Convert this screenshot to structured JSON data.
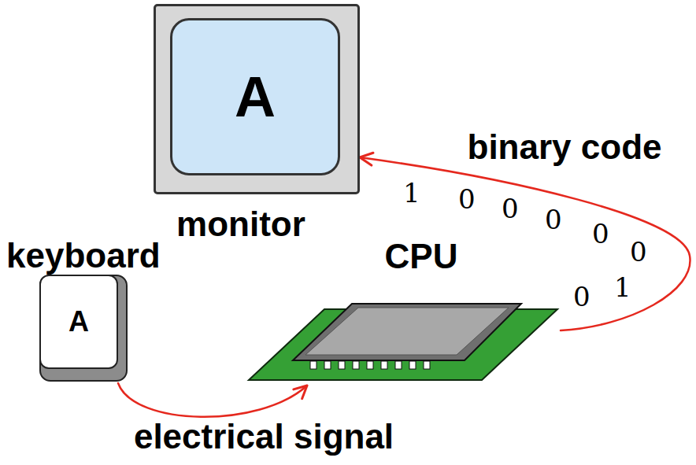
{
  "diagram": {
    "nodes": [
      {
        "text": [
          "A",
          "monitor"
        ]
      },
      {
        "text": [
          "keyboard",
          "A"
        ]
      },
      {
        "text": [
          "CPU"
        ]
      }
    ],
    "edges": [
      {
        "from": 1,
        "to": 2,
        "arrow": "to",
        "label": "electrical signal"
      },
      {
        "from": 2,
        "to": 0,
        "arrow": "to",
        "label": "binary code"
      }
    ],
    "labels": [
      "1",
      "0",
      "0",
      "0",
      "0",
      "0",
      "0",
      "1"
    ]
  }
}
